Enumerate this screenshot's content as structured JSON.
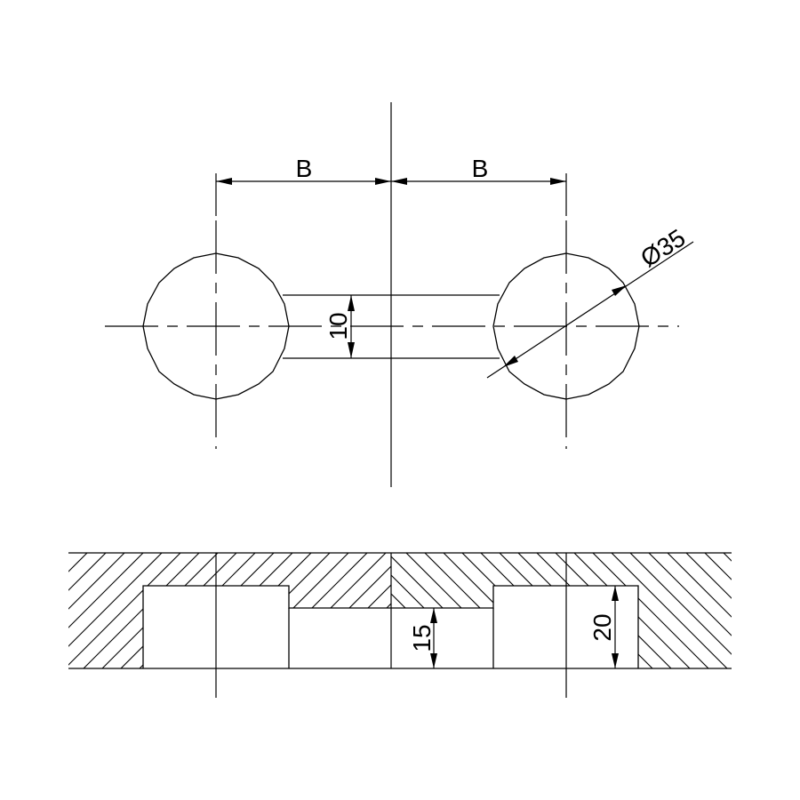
{
  "dimensions": {
    "left_spacing": "B",
    "right_spacing": "B",
    "channel_width": "10",
    "hole_diameter": "Ø35",
    "channel_depth": "15",
    "hole_depth": "20"
  },
  "colors": {
    "line": "#000000",
    "background": "#ffffff"
  }
}
